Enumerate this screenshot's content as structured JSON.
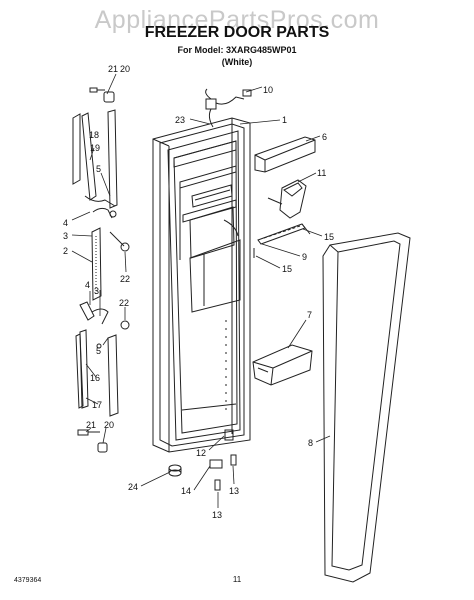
{
  "watermark": "AppliancePartsPros.com",
  "title": "FREEZER DOOR PARTS",
  "model_line": "For Model: 3XARG485WP01",
  "color_line": "(White)",
  "doc_number": "4379364",
  "page_number": "11",
  "callouts": [
    {
      "id": "c-21-top",
      "text": "21"
    },
    {
      "id": "c-20-top",
      "text": "20"
    },
    {
      "id": "c-10",
      "text": "10"
    },
    {
      "id": "c-23",
      "text": "23"
    },
    {
      "id": "c-1",
      "text": "1"
    },
    {
      "id": "c-6",
      "text": "6"
    },
    {
      "id": "c-18",
      "text": "18"
    },
    {
      "id": "c-19",
      "text": "19"
    },
    {
      "id": "c-5-top",
      "text": "5"
    },
    {
      "id": "c-11",
      "text": "11"
    },
    {
      "id": "c-4-top",
      "text": "4"
    },
    {
      "id": "c-3-top",
      "text": "3"
    },
    {
      "id": "c-15-a",
      "text": "15"
    },
    {
      "id": "c-2",
      "text": "2"
    },
    {
      "id": "c-9",
      "text": "9"
    },
    {
      "id": "c-22-top",
      "text": "22"
    },
    {
      "id": "c-15-b",
      "text": "15"
    },
    {
      "id": "c-3-mid",
      "text": "3"
    },
    {
      "id": "c-4-mid",
      "text": "4"
    },
    {
      "id": "c-22-mid",
      "text": "22"
    },
    {
      "id": "c-7",
      "text": "7"
    },
    {
      "id": "c-5-mid",
      "text": "5"
    },
    {
      "id": "c-16",
      "text": "16"
    },
    {
      "id": "c-17",
      "text": "17"
    },
    {
      "id": "c-21-bottom",
      "text": "21"
    },
    {
      "id": "c-20-bottom",
      "text": "20"
    },
    {
      "id": "c-8",
      "text": "8"
    },
    {
      "id": "c-12",
      "text": "12"
    },
    {
      "id": "c-24",
      "text": "24"
    },
    {
      "id": "c-14",
      "text": "14"
    },
    {
      "id": "c-13-a",
      "text": "13"
    },
    {
      "id": "c-13-b",
      "text": "13"
    }
  ]
}
